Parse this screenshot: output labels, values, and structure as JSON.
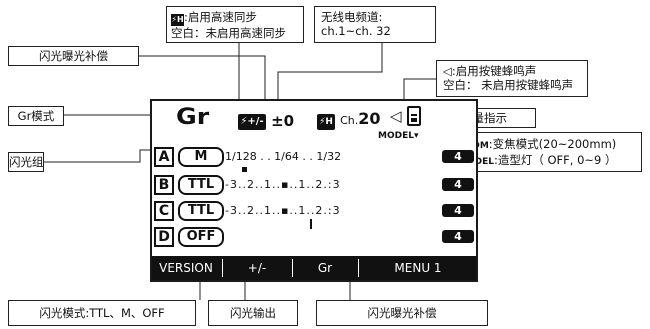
{
  "callouts": {
    "high_speed_sync": {
      "icon_text": "⚡H",
      "line1": ":启用高速同步",
      "line2": "空白：未启用高速同步"
    },
    "wireless_channel": {
      "line1": "无线电频道:",
      "line2": "ch.1~ch. 32"
    },
    "flash_exposure_comp_top": "闪光曝光补偿",
    "beep": {
      "icon_text": "◁",
      "line1": ":启用按键蜂鸣声",
      "line2": "空白： 未启用按键蜂鸣声"
    },
    "gr_mode": "Gr模式",
    "battery": "电量指示",
    "flash_group": "闪光组",
    "zoom": {
      "line1_prefix": "ZOOM",
      "line1": ":变焦模式(20~200mm)",
      "line2_prefix": "MODEL",
      "line2": ":造型灯（ OFF, 0~9 ）"
    },
    "flash_mode": "闪光模式:TTL、M、OFF",
    "flash_output": "闪光输出",
    "flash_exposure_comp_bottom": "闪光曝光补偿"
  },
  "lcd": {
    "gr_label": "Gr",
    "hs_icon": "⚡H",
    "comp_icon": "⚡",
    "comp_sym": "+/-",
    "comp_value": "±0",
    "channel_icon": "⚡H",
    "channel_prefix": "Ch.",
    "channel_number": "20",
    "beep_icon": "◁",
    "model_label": "MODEL▾",
    "groups": [
      {
        "letter": "A",
        "mode": "M",
        "scale": "1/128 . . 1/64 . . 1/32",
        "value": "4"
      },
      {
        "letter": "B",
        "mode": "TTL",
        "scale": "-3..2..1..▪..1..2.:3",
        "value": "4"
      },
      {
        "letter": "C",
        "mode": "TTL",
        "scale": "-3..2..1..▪..1..2.:3",
        "value": "4"
      },
      {
        "letter": "D",
        "mode": "OFF",
        "scale": "",
        "value": "4"
      }
    ],
    "menu": [
      "VERSION",
      "+/-",
      "Gr",
      "MENU 1"
    ]
  }
}
